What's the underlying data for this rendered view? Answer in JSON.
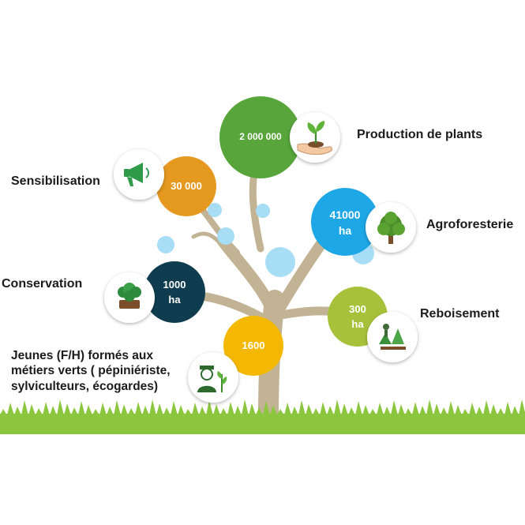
{
  "items": [
    {
      "id": "production-de-plants",
      "value": "2 000 000",
      "label": "Production de plants",
      "color": "#58a53c",
      "icon": "hand-seedling-icon"
    },
    {
      "id": "sensibilisation",
      "value": "30 000",
      "label": "Sensibilisation",
      "color": "#e5991f",
      "icon": "megaphone-icon"
    },
    {
      "id": "agroforesterie",
      "value": "41000",
      "unit": "ha",
      "label": "Agroforesterie",
      "color": "#1ea7e6",
      "icon": "tree-icon"
    },
    {
      "id": "conservation",
      "value": "1000",
      "unit": "ha",
      "label": "Conservation",
      "color": "#0f3d4f",
      "icon": "forest-icon"
    },
    {
      "id": "reboisement",
      "value": "300",
      "unit": "ha",
      "label": "Reboisement",
      "color": "#a8c13a",
      "icon": "reforestation-icon"
    },
    {
      "id": "jeunes",
      "value": "1600",
      "label_lines": [
        "Jeunes (F/H) formés aux",
        "métiers verts ( pépiniériste,",
        "sylviculteurs, écogardes)"
      ],
      "color": "#f5b800",
      "icon": "gardener-icon"
    }
  ],
  "colors": {
    "trunk": "#c2b394",
    "grass": "#8cc63f",
    "accent_bubble": "#a7ddf5"
  }
}
